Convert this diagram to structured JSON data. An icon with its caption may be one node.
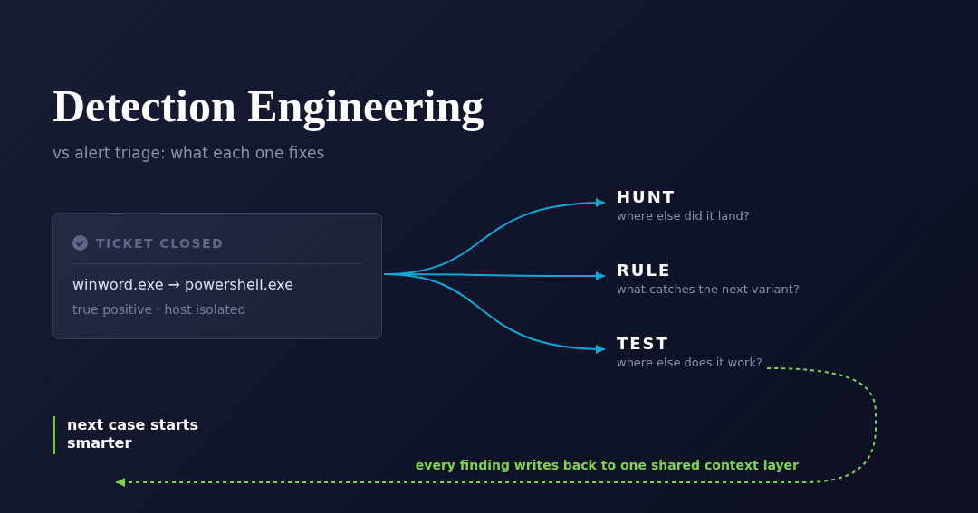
{
  "diagram": {
    "title": "Detection Engineering",
    "nodes": [
      {
        "text": [
          "TICKET CLOSED",
          "winword.exe → powershell.exe",
          "true positive · host isolated"
        ]
      },
      {
        "text": [
          "HUNT",
          "where else did it land?"
        ]
      },
      {
        "text": [
          "RULE",
          "what catches the next variant?"
        ]
      },
      {
        "text": [
          "TEST",
          "where else does it work?"
        ]
      },
      {
        "text": [
          "next case starts smarter"
        ]
      }
    ],
    "edges": [
      {
        "from": 0,
        "to": 1,
        "arrow": "to",
        "color": "#12a8d6"
      },
      {
        "from": 0,
        "to": 2,
        "arrow": "to",
        "color": "#12a8d6"
      },
      {
        "from": 0,
        "to": 3,
        "arrow": "to",
        "color": "#12a8d6"
      },
      {
        "from": 3,
        "to": null,
        "arrow": "to",
        "style": "dashed",
        "color": "#7ed44e",
        "label": "every finding writes back to one shared context layer"
      }
    ],
    "labels": [
      "vs alert triage: what each one fixes"
    ]
  }
}
